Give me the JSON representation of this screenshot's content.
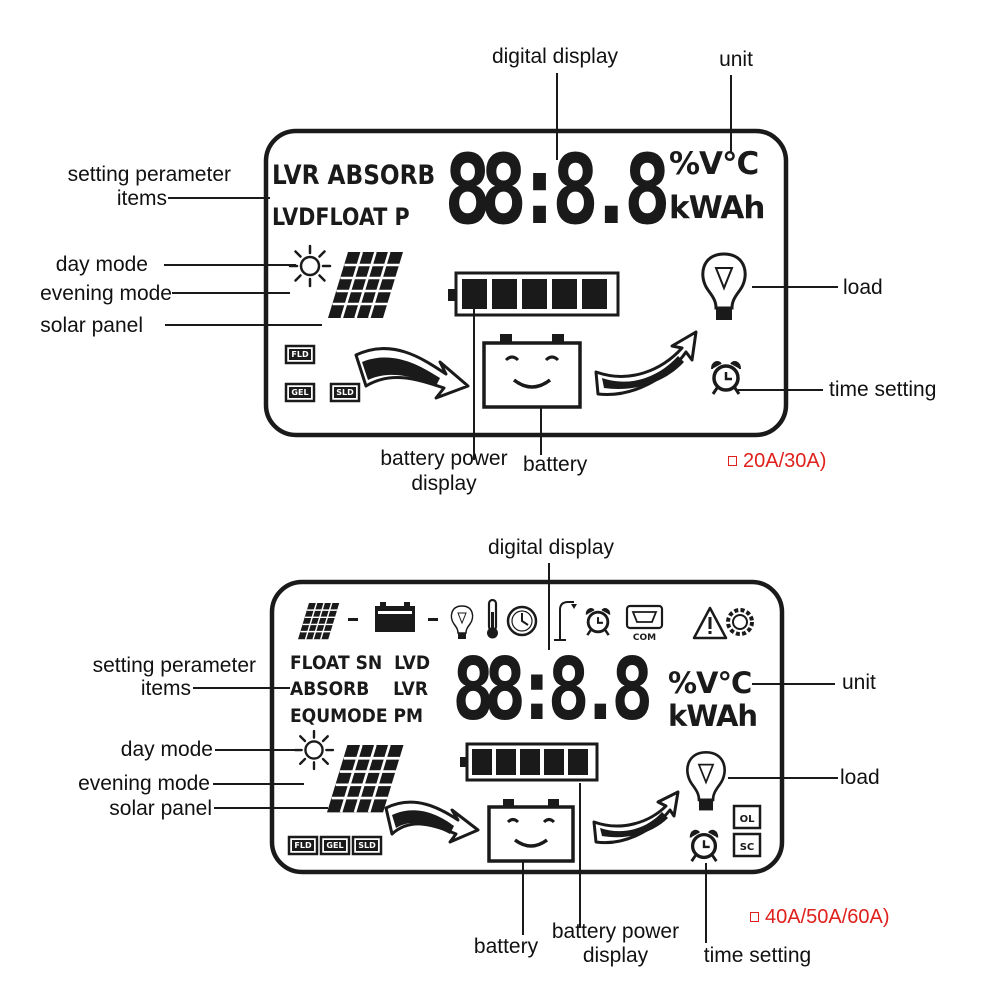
{
  "top": {
    "labels": {
      "digital_display": "digital display",
      "unit": "unit",
      "setting_items_1": "setting perameter",
      "setting_items_2": "items",
      "day_mode": "day mode",
      "evening_mode": "evening mode",
      "solar_panel": "solar panel",
      "load": "load",
      "time_setting": "time setting",
      "battery_power_1": "battery power",
      "battery_power_2": "display",
      "battery": "battery"
    },
    "model": "20A/30A)",
    "lcd": {
      "row1": "LVR ABSORB",
      "row2": "LVDFLOAT P",
      "digits": "88:8.8",
      "unit_top": "%V°C",
      "unit_bottom": "kWAh",
      "badges": [
        "FLD",
        "GEL",
        "SLD"
      ]
    }
  },
  "bottom": {
    "labels": {
      "digital_display": "digital display",
      "unit": "unit",
      "setting_items_1": "setting perameter",
      "setting_items_2": "items",
      "day_mode": "day mode",
      "evening_mode": "evening mode",
      "solar_panel": "solar panel",
      "load": "load",
      "battery": "battery",
      "battery_power_1": "battery power",
      "battery_power_2": "display",
      "time_setting": "time setting"
    },
    "model": "40A/50A/60A)",
    "lcd": {
      "row1": "FLOAT SN  LVD",
      "row2": "ABSORB    LVR",
      "row3": "EQUMODE PM",
      "digits": "88:8.8",
      "unit_top": "%V°C",
      "unit_bottom": "kWAh",
      "badges": [
        "FLD",
        "GEL",
        "SLD"
      ],
      "com_label": "COM",
      "ol_label": "OL",
      "sc_label": "SC"
    }
  },
  "colors": {
    "ink": "#1a1a1a",
    "model_red": "#e0201c"
  }
}
